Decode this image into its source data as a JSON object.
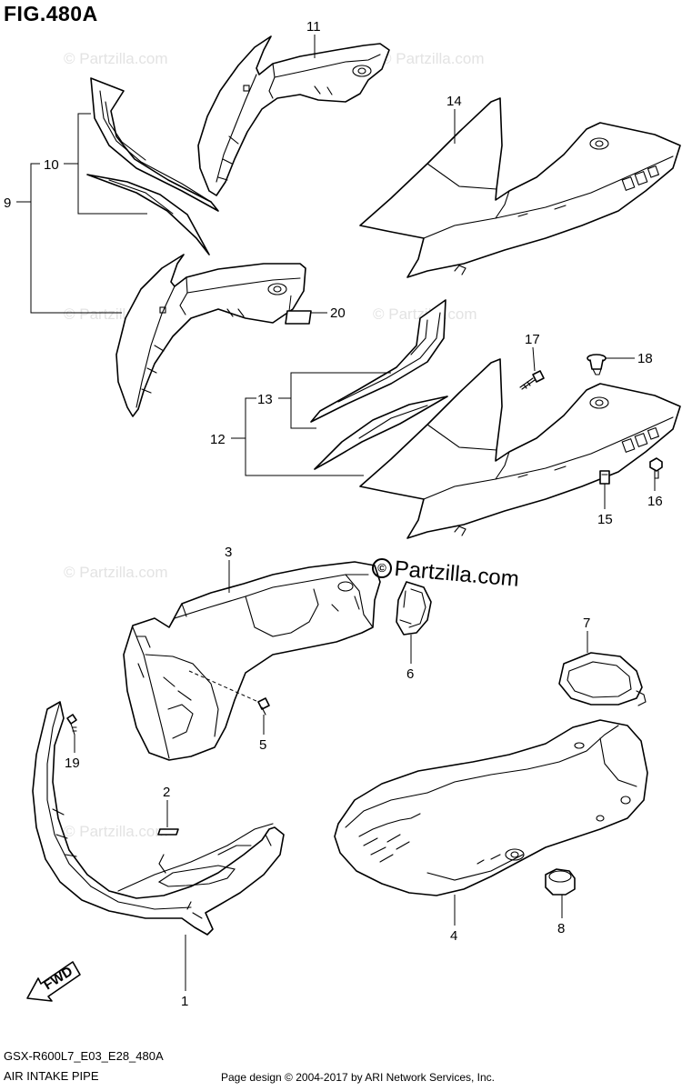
{
  "figure_title": "FIG.480A",
  "diagram_code": "GSX-R600L7_E03_E28_480A",
  "diagram_name": "AIR INTAKE PIPE",
  "footer": "Page design © 2004-2017 by ARI Network Services, Inc.",
  "brand_watermark": "Partzilla.com",
  "brand_symbol": "©",
  "faint_watermark": "© Partzilla.com",
  "fwd_label": "FWD",
  "callouts": {
    "c1": "1",
    "c2": "2",
    "c3": "3",
    "c4": "4",
    "c5": "5",
    "c6": "6",
    "c7": "7",
    "c8": "8",
    "c9": "9",
    "c10": "10",
    "c11": "11",
    "c12": "12",
    "c13": "13",
    "c14": "14",
    "c15": "15",
    "c16": "16",
    "c17": "17",
    "c18": "18",
    "c19": "19",
    "c20": "20"
  }
}
